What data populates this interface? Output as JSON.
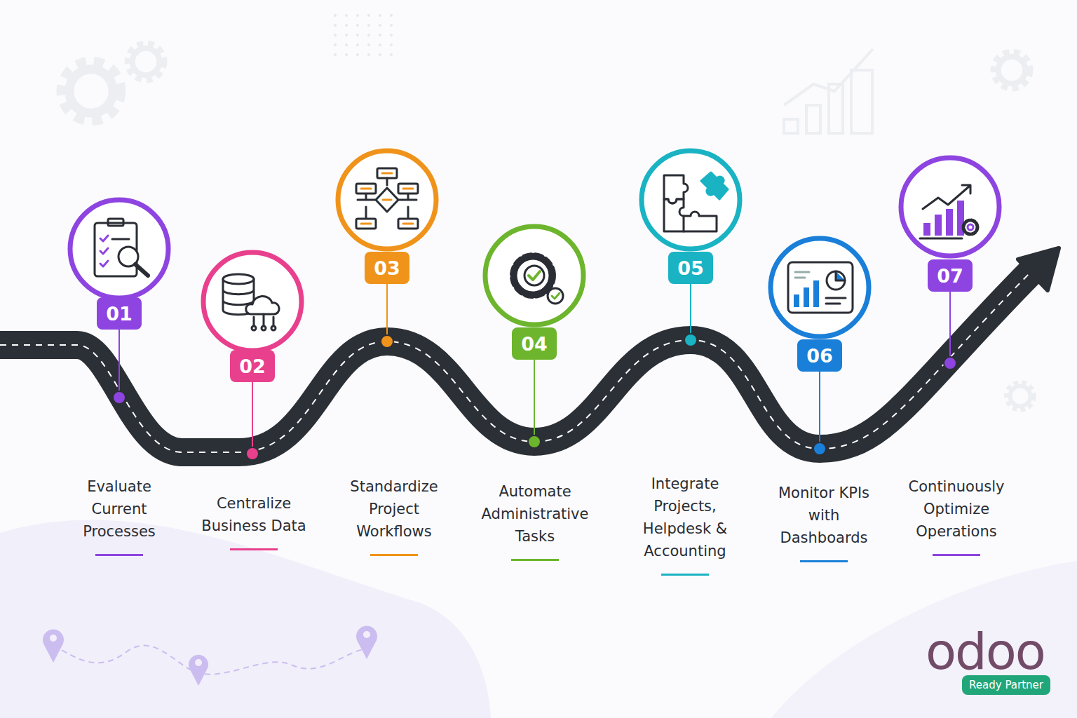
{
  "diagram": {
    "nodes": [
      {
        "text": [
          "01"
        ]
      },
      {
        "text": [
          "02"
        ]
      },
      {
        "text": [
          "03"
        ]
      },
      {
        "text": [
          "04"
        ]
      },
      {
        "text": [
          "05"
        ]
      },
      {
        "text": [
          "06"
        ]
      },
      {
        "text": [
          "07"
        ]
      },
      {
        "text": [
          "Ready Partner"
        ]
      }
    ],
    "labels": [
      "Evaluate Current Processes",
      "Centralize Business Data",
      "Standardize Project Workflows",
      "Automate Administrative Tasks",
      "Integrate Projects, Helpdesk & Accounting",
      "Monitor KPIs with Dashboards",
      "Continuously Optimize Operations",
      "odoo"
    ]
  }
}
